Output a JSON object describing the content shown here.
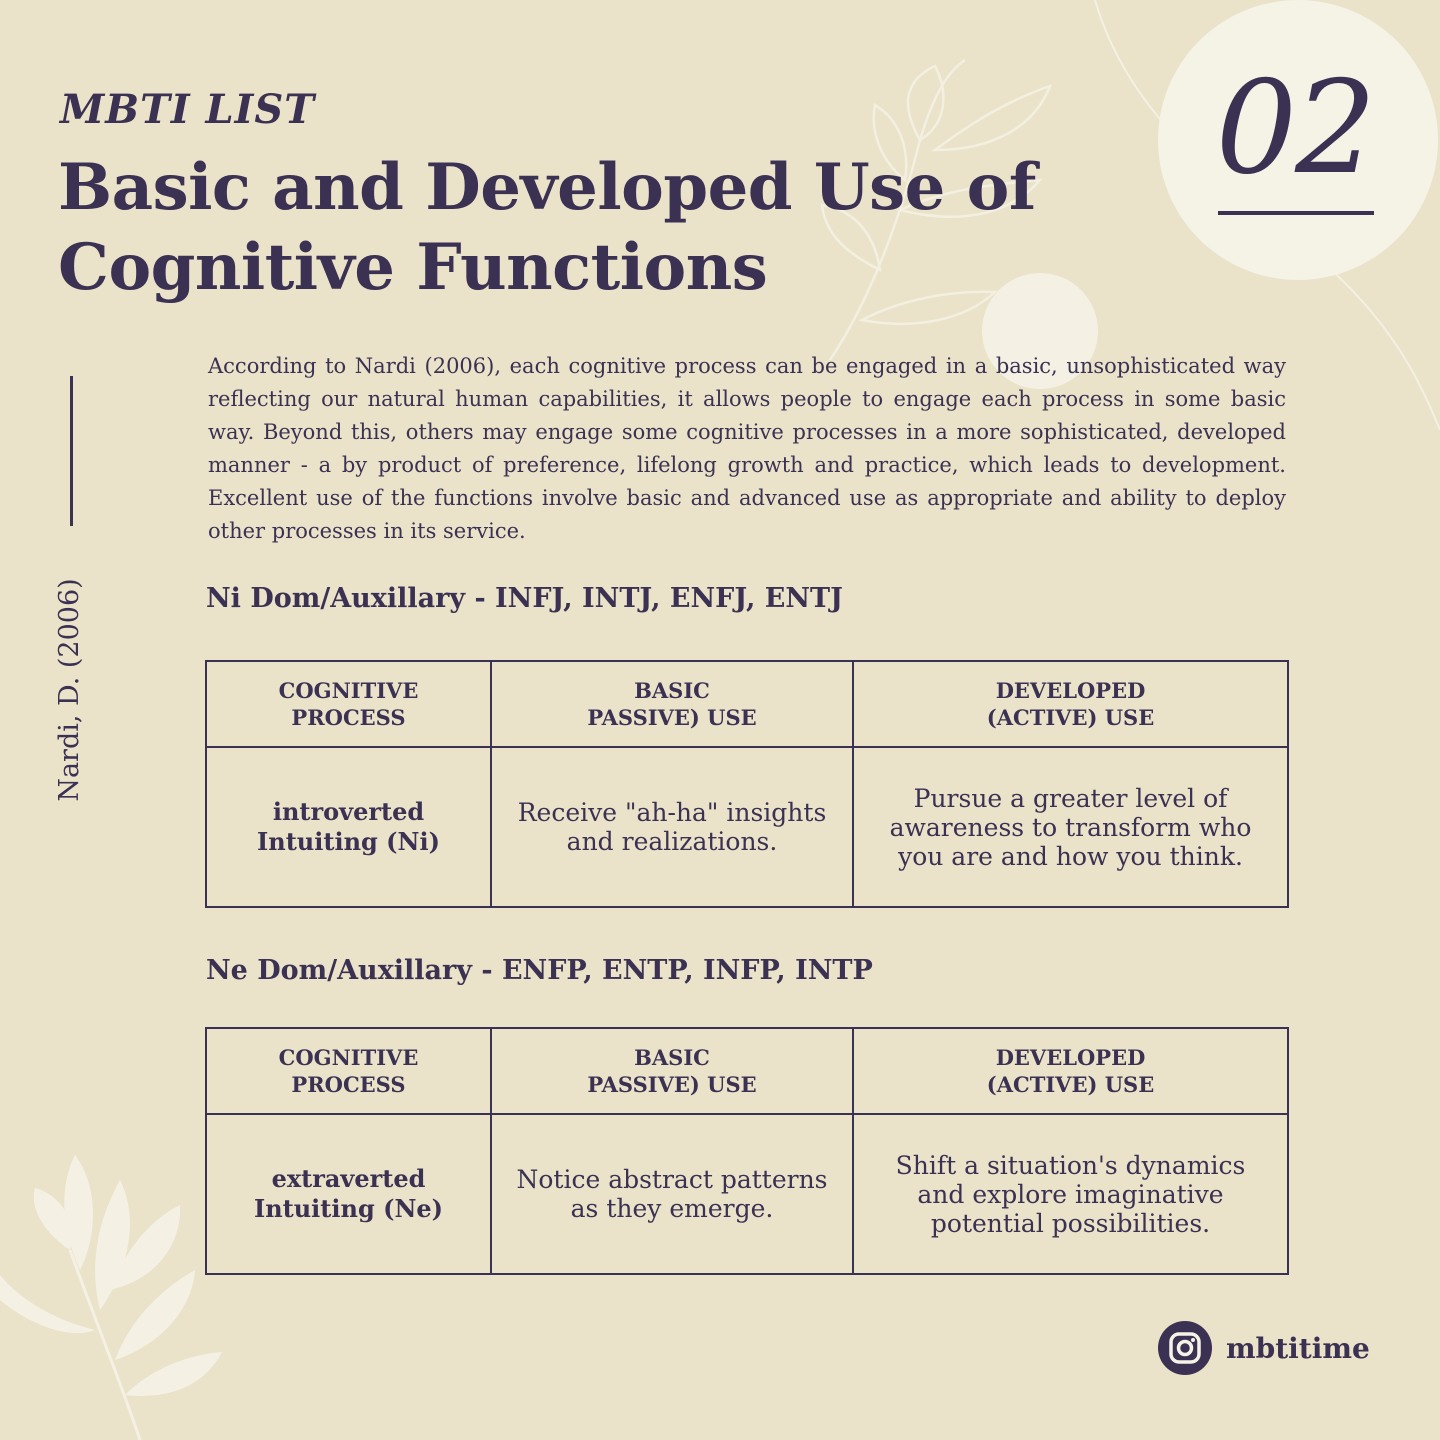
{
  "header": {
    "eyebrow": "MBTI LIST",
    "title": "Basic and Developed Use of Cognitive Functions"
  },
  "badge": {
    "number": "02"
  },
  "side_caption": "Nardi, D. (2006)",
  "intro": "According to Nardi (2006), each cognitive process can be engaged in a basic, unsophisticated way reflecting our natural human capabilities, it allows people to engage each process in some basic way. Beyond this, others may engage some cognitive processes in a more sophisticated, developed manner - a by product of preference, lifelong growth and practice, which leads to development. Excellent use of the functions involve basic and advanced use as appropriate and ability to deploy other processes in its service.",
  "sections": [
    {
      "heading": "Ni Dom/Auxillary - INFJ, INTJ, ENFJ, ENTJ",
      "columns": [
        "COGNITIVE\nPROCESS",
        "BASIC\nPASSIVE) USE",
        "DEVELOPED\n(ACTIVE) USE"
      ],
      "row": {
        "process": "introverted\nIntuiting (Ni)",
        "basic": "Receive \"ah-ha\" insights and realizations.",
        "developed": "Pursue a greater level of awareness to transform who you are and how you think."
      }
    },
    {
      "heading": "Ne Dom/Auxillary - ENFP, ENTP, INFP, INTP",
      "columns": [
        "COGNITIVE\nPROCESS",
        "BASIC\nPASSIVE) USE",
        "DEVELOPED\n(ACTIVE) USE"
      ],
      "row": {
        "process": "extraverted\nIntuiting (Ne)",
        "basic": "Notice abstract patterns as they emerge.",
        "developed": "Shift a situation's dynamics and explore imaginative potential possibilities."
      }
    }
  ],
  "social": {
    "icon": "instagram-icon",
    "handle": "mbtitime"
  },
  "colors": {
    "background": "#eae2c9",
    "ink": "#3b3152",
    "accent_light": "#f5f2e6"
  }
}
